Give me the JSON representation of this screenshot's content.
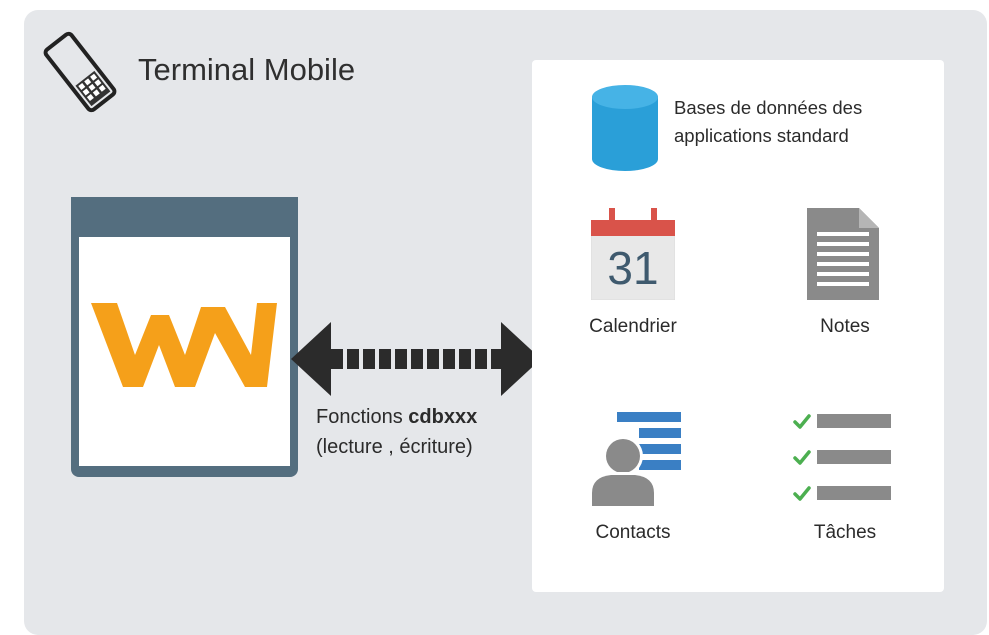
{
  "title": "Terminal Mobile",
  "functions": {
    "prefix": "Fonctions ",
    "name": "cdbxxx",
    "detail": "(lecture , écriture)"
  },
  "database": {
    "line1": "Bases de données des",
    "line2": "applications standard"
  },
  "calendar": {
    "day": "31",
    "label": "Calendrier"
  },
  "notes": {
    "label": "Notes"
  },
  "contacts": {
    "label": "Contacts"
  },
  "tasks": {
    "label": "Tâches"
  },
  "colors": {
    "background": "#e5e7ea",
    "window": "#546e7f",
    "logo": "#f5a01a",
    "database": "#2a9fd8",
    "calendar_red": "#d9534a",
    "task_check": "#4caf50",
    "contacts_blue": "#3a7fc4",
    "icon_gray": "#8a8a8a"
  }
}
